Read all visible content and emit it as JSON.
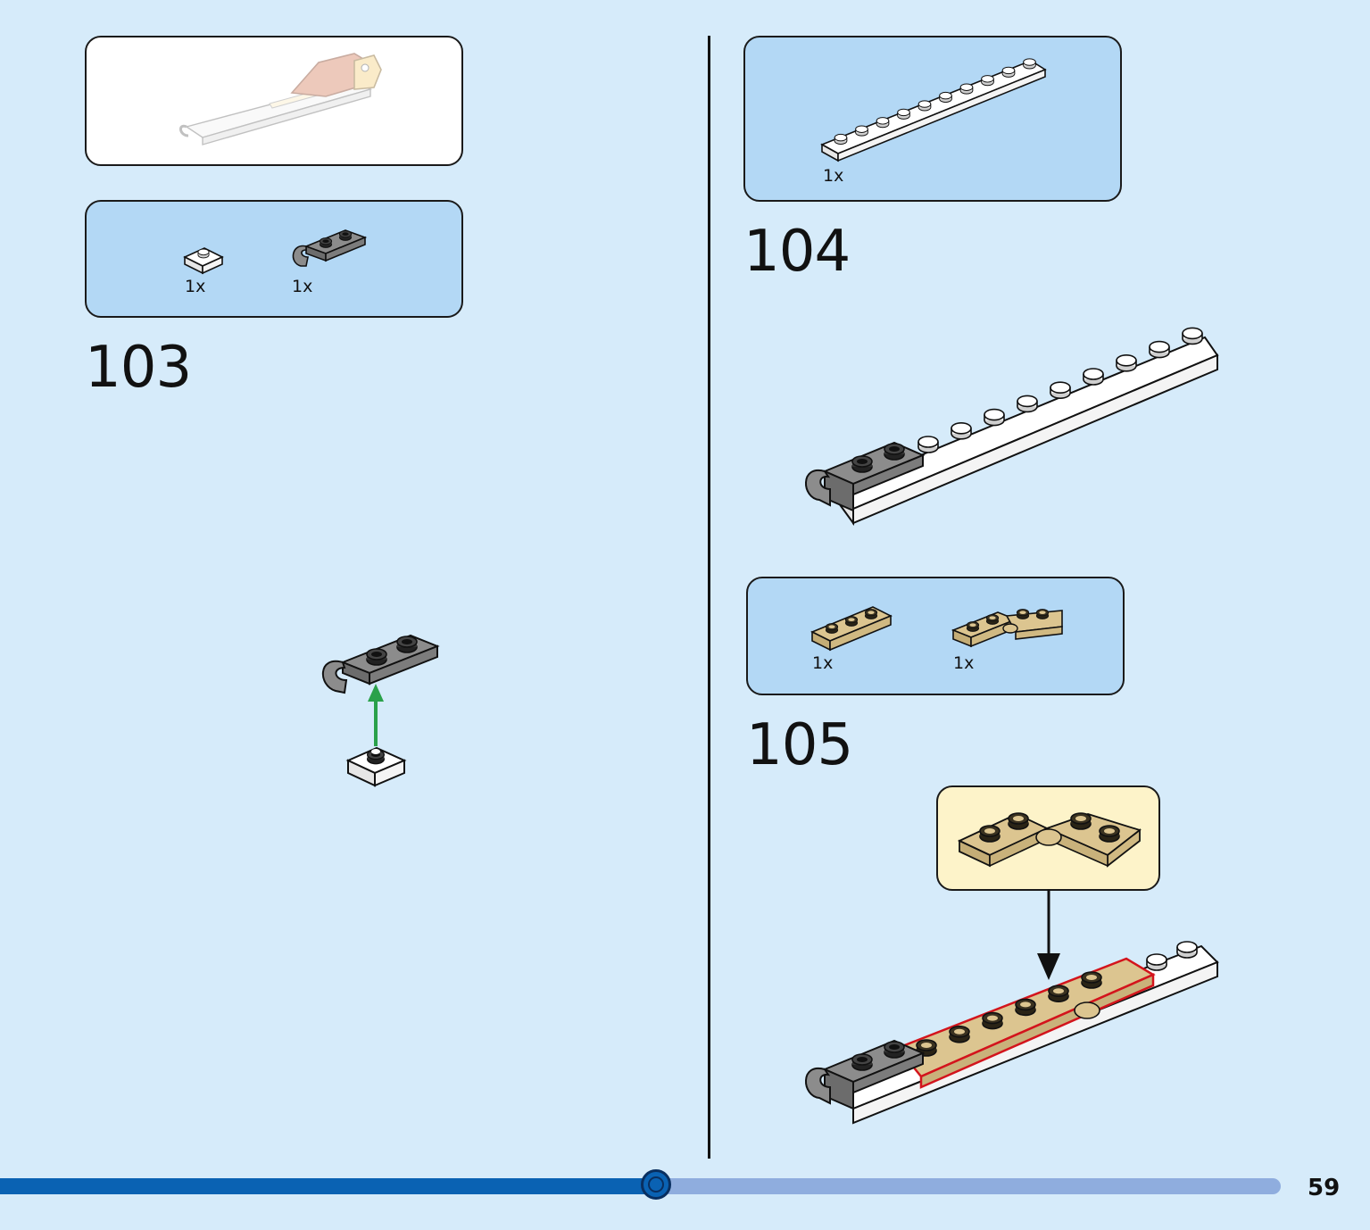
{
  "page": {
    "number": "59",
    "progress": 0.512
  },
  "colors": {
    "background": "#d6ebfa",
    "parts_panel": "#b3d8f5",
    "callout_panel": "#fdf3c9",
    "progress_fill": "#0a62b3",
    "progress_track": "#8fadde",
    "arrow_green": "#2aa14a",
    "highlight_red": "#d3141c"
  },
  "left": {
    "preview_icon": "completed-model-preview",
    "step": {
      "number": "103",
      "parts": [
        {
          "icon": "white-plate-1x1-icon",
          "qty": "1x"
        },
        {
          "icon": "gray-plate-clip-icon",
          "qty": "1x"
        }
      ]
    }
  },
  "right": {
    "step104": {
      "number": "104",
      "parts": [
        {
          "icon": "white-plate-1x10-icon",
          "qty": "1x"
        }
      ]
    },
    "step105": {
      "number": "105",
      "parts": [
        {
          "icon": "tan-plate-1x3-icon",
          "qty": "1x"
        },
        {
          "icon": "tan-hinge-plate-icon",
          "qty": "1x"
        }
      ]
    }
  }
}
